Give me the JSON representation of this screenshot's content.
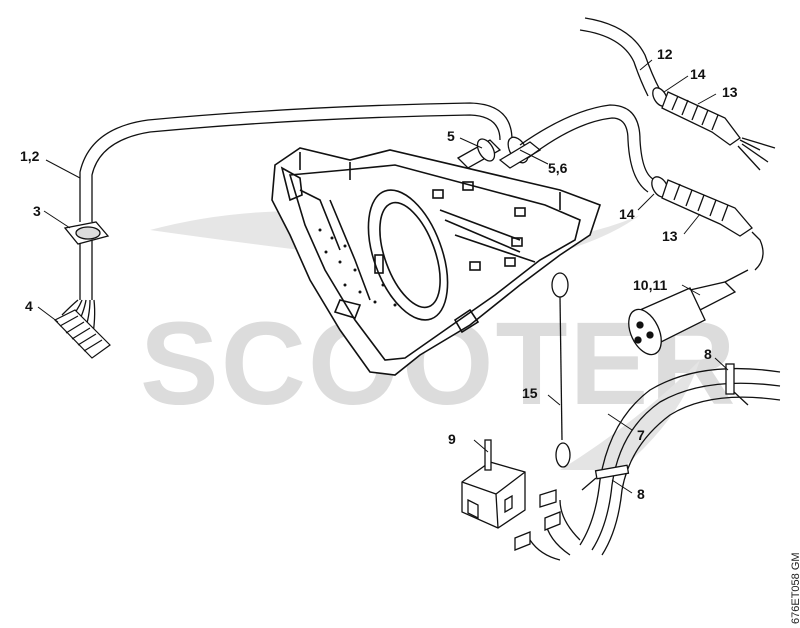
{
  "watermark": {
    "text": "SCOOTER"
  },
  "document_code": "676ET058 GM",
  "callouts": {
    "c1_2": "1,2",
    "c3": "3",
    "c4": "4",
    "c5": "5",
    "c5_6": "5,6",
    "c7": "7",
    "c8a": "8",
    "c8b": "8",
    "c9": "9",
    "c10_11": "10,11",
    "c12": "12",
    "c13a": "13",
    "c13b": "13",
    "c14a": "14",
    "c14b": "14",
    "c15": "15"
  }
}
